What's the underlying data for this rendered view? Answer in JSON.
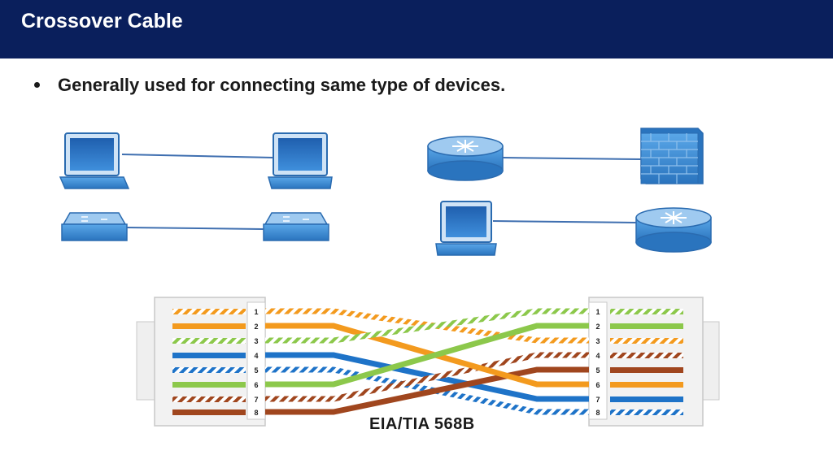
{
  "slide": {
    "title": "Crossover Cable",
    "bullet": "Generally used for connecting same type of devices."
  },
  "diagram": {
    "caption": "EIA/TIA 568B",
    "device_pairs": [
      {
        "left": "laptop-icon",
        "right": "laptop-icon"
      },
      {
        "left": "switch-icon",
        "right": "switch-icon"
      },
      {
        "left": "router-icon",
        "right": "firewall-icon"
      },
      {
        "left": "laptop-icon",
        "right": "router-icon"
      }
    ],
    "pin_labels": [
      "1",
      "2",
      "3",
      "4",
      "5",
      "6",
      "7",
      "8"
    ],
    "colors": {
      "header": "#0a1f5c",
      "orange": "#f39a1e",
      "green": "#8cc84b",
      "blue": "#1e73c8",
      "brown": "#a0461e",
      "device_blue": "#2f7fc8"
    },
    "left_wires": [
      "orange-stripe",
      "orange",
      "green-stripe",
      "blue",
      "blue-stripe",
      "green",
      "brown-stripe",
      "brown"
    ],
    "right_wires": [
      "green-stripe",
      "green",
      "orange-stripe",
      "brown-stripe",
      "brown",
      "orange",
      "blue",
      "blue-stripe"
    ]
  }
}
